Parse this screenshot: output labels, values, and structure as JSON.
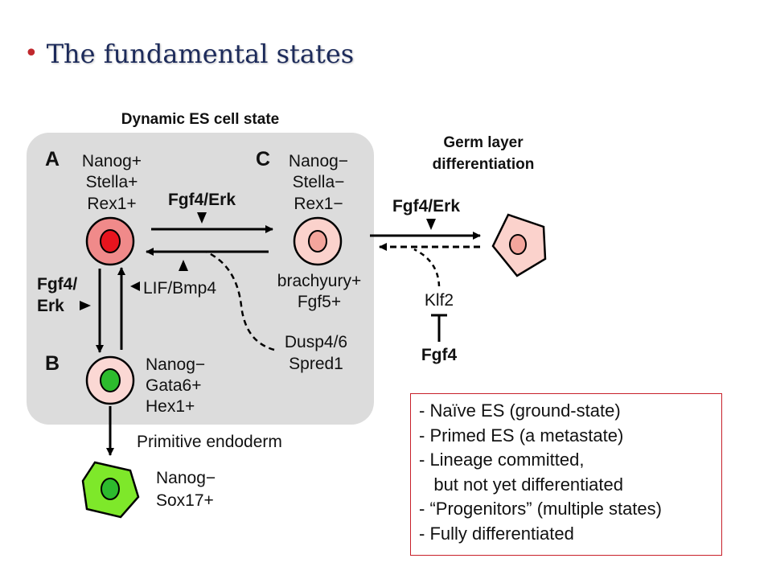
{
  "slide": {
    "title": "The fundamental states"
  },
  "diagram": {
    "dynamic_heading": "Dynamic ES cell state",
    "germ_heading_line1": "Germ layer",
    "germ_heading_line2": "differentiation",
    "state_a": {
      "letter": "A",
      "markers": [
        "Nanog+",
        "Stella+",
        "Rex1+"
      ]
    },
    "state_b": {
      "letter": "B",
      "markers": [
        "Nanog−",
        "Gata6+",
        "Hex1+"
      ]
    },
    "state_c": {
      "letter": "C",
      "markers": [
        "Nanog−",
        "Stella−",
        "Rex1−"
      ],
      "extra": [
        "brachyury+",
        "Fgf5+"
      ]
    },
    "labels": {
      "fgf4_erk_top": "Fgf4/Erk",
      "fgf4_erk_right": "Fgf4/Erk",
      "fgf4_left_line1": "Fgf4/",
      "fgf4_left_line2": "Erk",
      "lif_bmp4": "LIF/Bmp4",
      "dusp_line1": "Dusp4/6",
      "dusp_line2": "Spred1",
      "klf2": "Klf2",
      "fgf4_bottom": "Fgf4",
      "primitive_endoderm": "Primitive endoderm",
      "endoderm_marker1": "Nanog−",
      "endoderm_marker2": "Sox17+"
    },
    "colors": {
      "panel": "#dcdcdc",
      "cell_a_outer": "#f08a8a",
      "cell_a_nucleus": "#e8141e",
      "cell_b_outer": "#fbd8d4",
      "cell_b_nucleus": "#2dbb2d",
      "cell_c_outer": "#fbd2cc",
      "cell_c_nucleus": "#f3a59c",
      "germ_outer": "#fbd2cc",
      "endoderm_outer": "#7ee82a"
    }
  },
  "legend": {
    "items": [
      "- Naïve ES (ground-state)",
      "- Primed ES (a metastate)",
      "- Lineage committed,",
      "   but not yet differentiated",
      "- “Progenitors” (multiple states)",
      "- Fully differentiated"
    ]
  }
}
